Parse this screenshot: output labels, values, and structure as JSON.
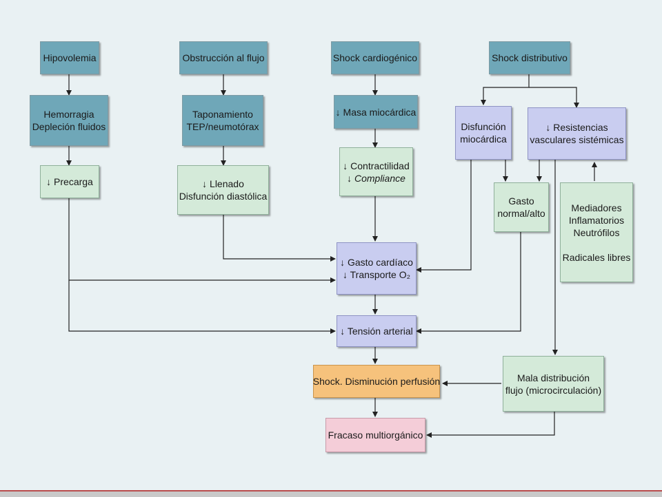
{
  "diagram": {
    "nodes": {
      "hipovolemia": {
        "lines": [
          "Hipovolemia"
        ]
      },
      "obstruccion": {
        "lines": [
          "Obstrucción al flujo"
        ]
      },
      "cardiogenico": {
        "lines": [
          "Shock cardiogénico"
        ]
      },
      "distributivo": {
        "lines": [
          "Shock distributivo"
        ]
      },
      "hemorragia": {
        "lines": [
          "Hemorragia",
          "Depleción fluidos"
        ]
      },
      "taponamiento": {
        "lines": [
          "Taponamiento",
          "TEP/neumotórax"
        ]
      },
      "masa": {
        "lines": [
          "↓ Masa miocárdica"
        ]
      },
      "disfuncion_mio": {
        "lines": [
          "Disfunción",
          "miocárdica"
        ]
      },
      "resistencias": {
        "lines": [
          "↓ Resistencias",
          "vasculares sistémicas"
        ]
      },
      "precarga": {
        "lines": [
          "↓ Precarga"
        ]
      },
      "llenado": {
        "lines": [
          "↓ Llenado",
          "Disfunción diastólica"
        ]
      },
      "contractilidad": {
        "lines": [
          "↓ Contractilidad",
          "↓ Compliance"
        ]
      },
      "gasto_normal": {
        "lines": [
          "Gasto",
          "normal/alto"
        ]
      },
      "mediadores": {
        "lines": [
          "Mediadores",
          "Inflamatorios",
          "Neutrófilos",
          "",
          "Radicales libres"
        ]
      },
      "gasto_cardiaco": {
        "lines": [
          "↓ Gasto cardíaco",
          "↓ Transporte O₂"
        ]
      },
      "tension": {
        "lines": [
          "↓ Tensión arterial"
        ]
      },
      "mala_distribucion": {
        "lines": [
          "Mala distribución",
          "flujo (microcirculación)"
        ]
      },
      "shock_perfusion": {
        "lines": [
          "Shock. Disminución perfusión"
        ]
      },
      "fracaso": {
        "lines": [
          "Fracaso multiorgánico"
        ]
      }
    },
    "colors": {
      "teal": "#6fa7b8",
      "mint": "#d4ead9",
      "lavender": "#c9cdf0",
      "orange": "#f6c27c",
      "pink": "#f4cdd8",
      "background": "#e9f1f3",
      "arrow": "#222222"
    }
  }
}
